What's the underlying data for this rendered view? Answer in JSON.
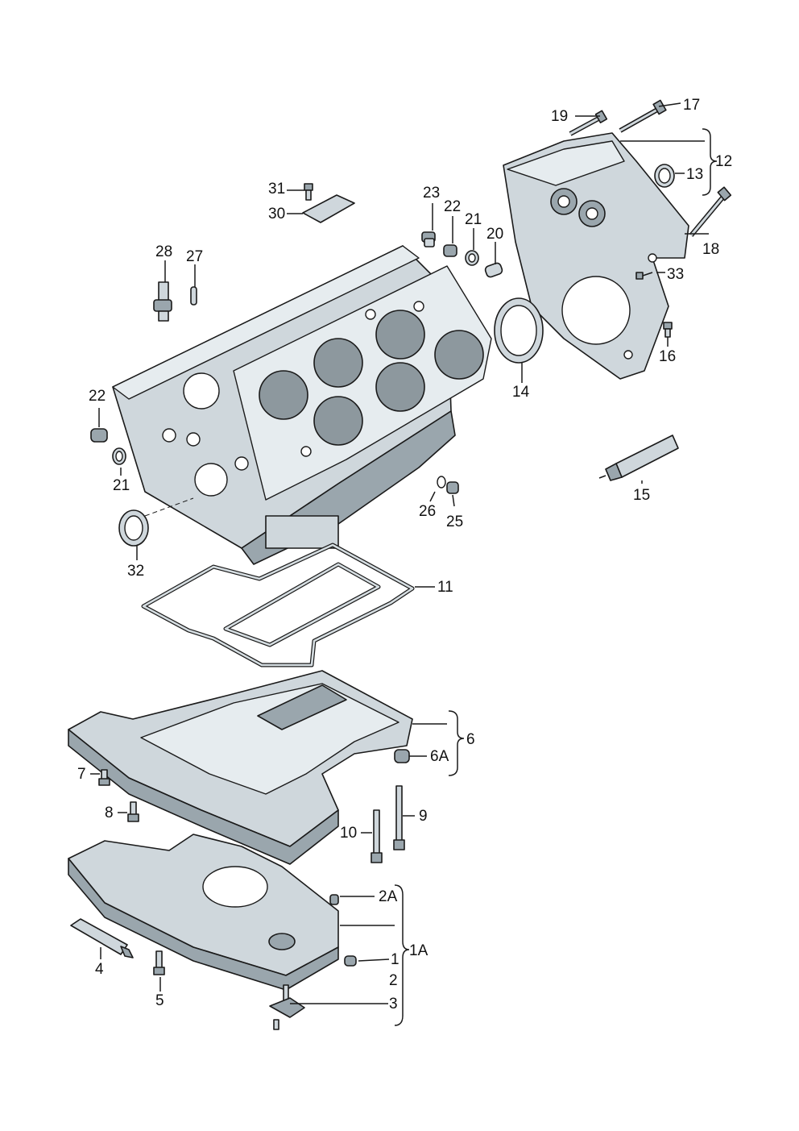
{
  "labels": {
    "p1": "1",
    "p1A": "1A",
    "p2": "2",
    "p2A": "2A",
    "p3": "3",
    "p4": "4",
    "p5": "5",
    "p6": "6",
    "p6A": "6A",
    "p7": "7",
    "p8": "8",
    "p9": "9",
    "p10": "10",
    "p11": "11",
    "p12": "12",
    "p13": "13",
    "p14": "14",
    "p15": "15",
    "p16": "16",
    "p17": "17",
    "p18": "18",
    "p19": "19",
    "p20": "20",
    "p21a": "21",
    "p21b": "21",
    "p22a": "22",
    "p22b": "22",
    "p23": "23",
    "p25": "25",
    "p26": "26",
    "p27": "27",
    "p28": "28",
    "p30": "30",
    "p31": "31",
    "p32": "32",
    "p33": "33"
  },
  "colors": {
    "line": "#1a1a1a",
    "metal": "#cfd7dc",
    "metal_dark": "#9aa6ad",
    "background": "#ffffff"
  }
}
